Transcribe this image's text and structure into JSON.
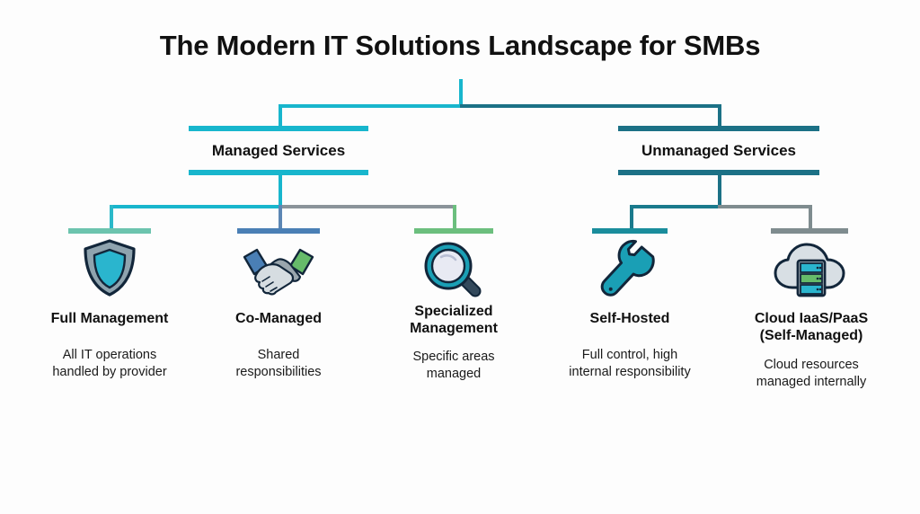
{
  "diagram": {
    "title": "The Modern IT Solutions Landscape for SMBs",
    "colors": {
      "root_stem": "#18b6cd",
      "trunk_left": "#18b6cd",
      "trunk_right": "#1c7186",
      "managed_bar": "#18b6cd",
      "unmanaged_bar": "#1c7186",
      "full_management": "#6cc4ae",
      "co_managed": "#4a7fb5",
      "specialized_management": "#6cbf7e",
      "self_hosted": "#1a8d9c",
      "cloud_iaas_paas": "#7f8c8f",
      "text": "#111111",
      "background": "#fdfdfd"
    },
    "nodes": {
      "managed": {
        "label": "Managed Services"
      },
      "unmanaged": {
        "label": "Unmanaged Services"
      }
    },
    "leaves": [
      {
        "id": "full-management",
        "icon": "shield-icon",
        "title": "Full Management",
        "desc": "All IT operations\nhandled by provider",
        "desc_line1": "All IT operations",
        "desc_line2": "handled by provider",
        "color": "#6cc4ae",
        "parent": "Managed Services"
      },
      {
        "id": "co-managed",
        "icon": "handshake-icon",
        "title": "Co-Managed",
        "desc": "Shared\nresponsibilities",
        "desc_line1": "Shared",
        "desc_line2": "responsibilities",
        "color": "#4a7fb5",
        "parent": "Managed Services"
      },
      {
        "id": "specialized-management",
        "icon": "magnifier-icon",
        "title": "Specialized\nManagement",
        "title_line1": "Specialized",
        "title_line2": "Management",
        "desc": "Specific areas\nmanaged",
        "desc_line1": "Specific areas",
        "desc_line2": "managed",
        "color": "#6cbf7e",
        "parent": "Managed Services"
      },
      {
        "id": "self-hosted",
        "icon": "wrench-icon",
        "title": "Self-Hosted",
        "desc": "Full control, high\ninternal responsibility",
        "desc_line1": "Full control, high",
        "desc_line2": "internal responsibility",
        "color": "#1a8d9c",
        "parent": "Unmanaged Services"
      },
      {
        "id": "cloud-iaas-paas",
        "icon": "cloud-server-icon",
        "title": "Cloud IaaS/PaaS\n(Self-Managed)",
        "title_line1": "Cloud IaaS/PaaS",
        "title_line2": "(Self-Managed)",
        "desc": "Cloud resources\nmanaged internally",
        "desc_line1": "Cloud resources",
        "desc_line2": "managed internally",
        "color": "#7f8c8f",
        "parent": "Unmanaged Services"
      }
    ]
  }
}
